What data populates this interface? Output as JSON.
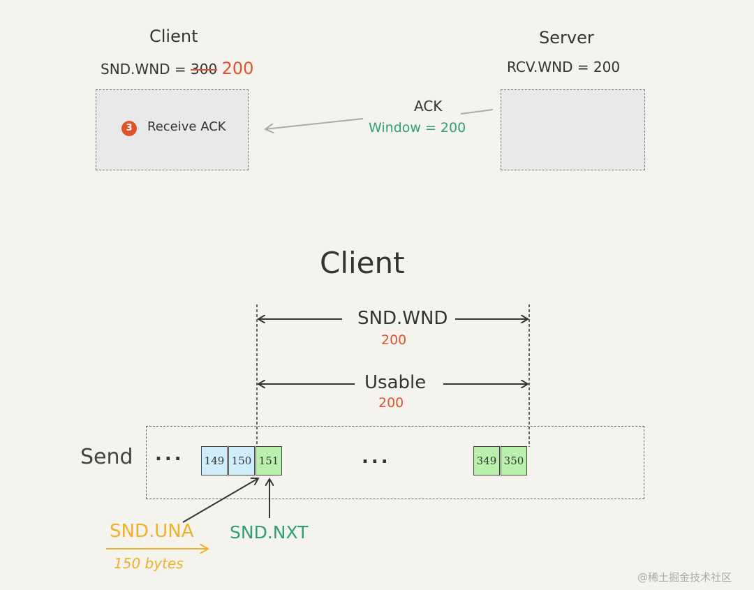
{
  "top": {
    "client_title": "Client",
    "client_snd_label": "SND.WND =",
    "client_snd_old": "300",
    "client_snd_new": "200",
    "server_title": "Server",
    "server_rcv": "RCV.WND = 200",
    "step_number": "3",
    "step_label": "Receive ACK",
    "ack_label": "ACK",
    "ack_window": "Window = 200"
  },
  "bottom": {
    "title": "Client",
    "snd_wnd_label": "SND.WND",
    "snd_wnd_value": "200",
    "usable_label": "Usable",
    "usable_value": "200",
    "send_label": "Send",
    "left_dots": "...",
    "middle_dots": "...",
    "cells_left": [
      {
        "num": "149",
        "state": "blue"
      },
      {
        "num": "150",
        "state": "blue"
      },
      {
        "num": "151",
        "state": "green"
      }
    ],
    "cells_right": [
      {
        "num": "349",
        "state": "green"
      },
      {
        "num": "350",
        "state": "green"
      }
    ],
    "snd_una_label": "SND.UNA",
    "snd_una_bytes": "150 bytes",
    "snd_nxt_label": "SND.NXT"
  },
  "colors": {
    "red": "#e0522c",
    "green_text": "#2e9e78",
    "yellow": "#f0b12a",
    "blue_cell": "#cfeefa",
    "green_cell": "#b9f0ac"
  },
  "watermark": "@稀土掘金技术社区"
}
